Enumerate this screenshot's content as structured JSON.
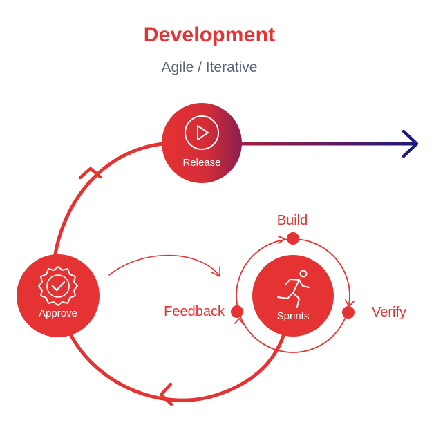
{
  "header": {
    "title": "Development",
    "subtitle": "Agile / Iterative"
  },
  "nodes": {
    "release": "Release",
    "approve": "Approve",
    "sprints": "Sprints"
  },
  "sprint_steps": {
    "build": "Build",
    "verify": "Verify",
    "feedback": "Feedback"
  },
  "colors": {
    "accent": "#e53232",
    "subtitle": "#5d6479",
    "arrow_end": "#1c1a7a",
    "release_gradient_end": "#8a1f4f"
  },
  "icons": {
    "release": "play-icon",
    "approve": "verified-badge-icon",
    "sprints": "running-person-icon"
  }
}
